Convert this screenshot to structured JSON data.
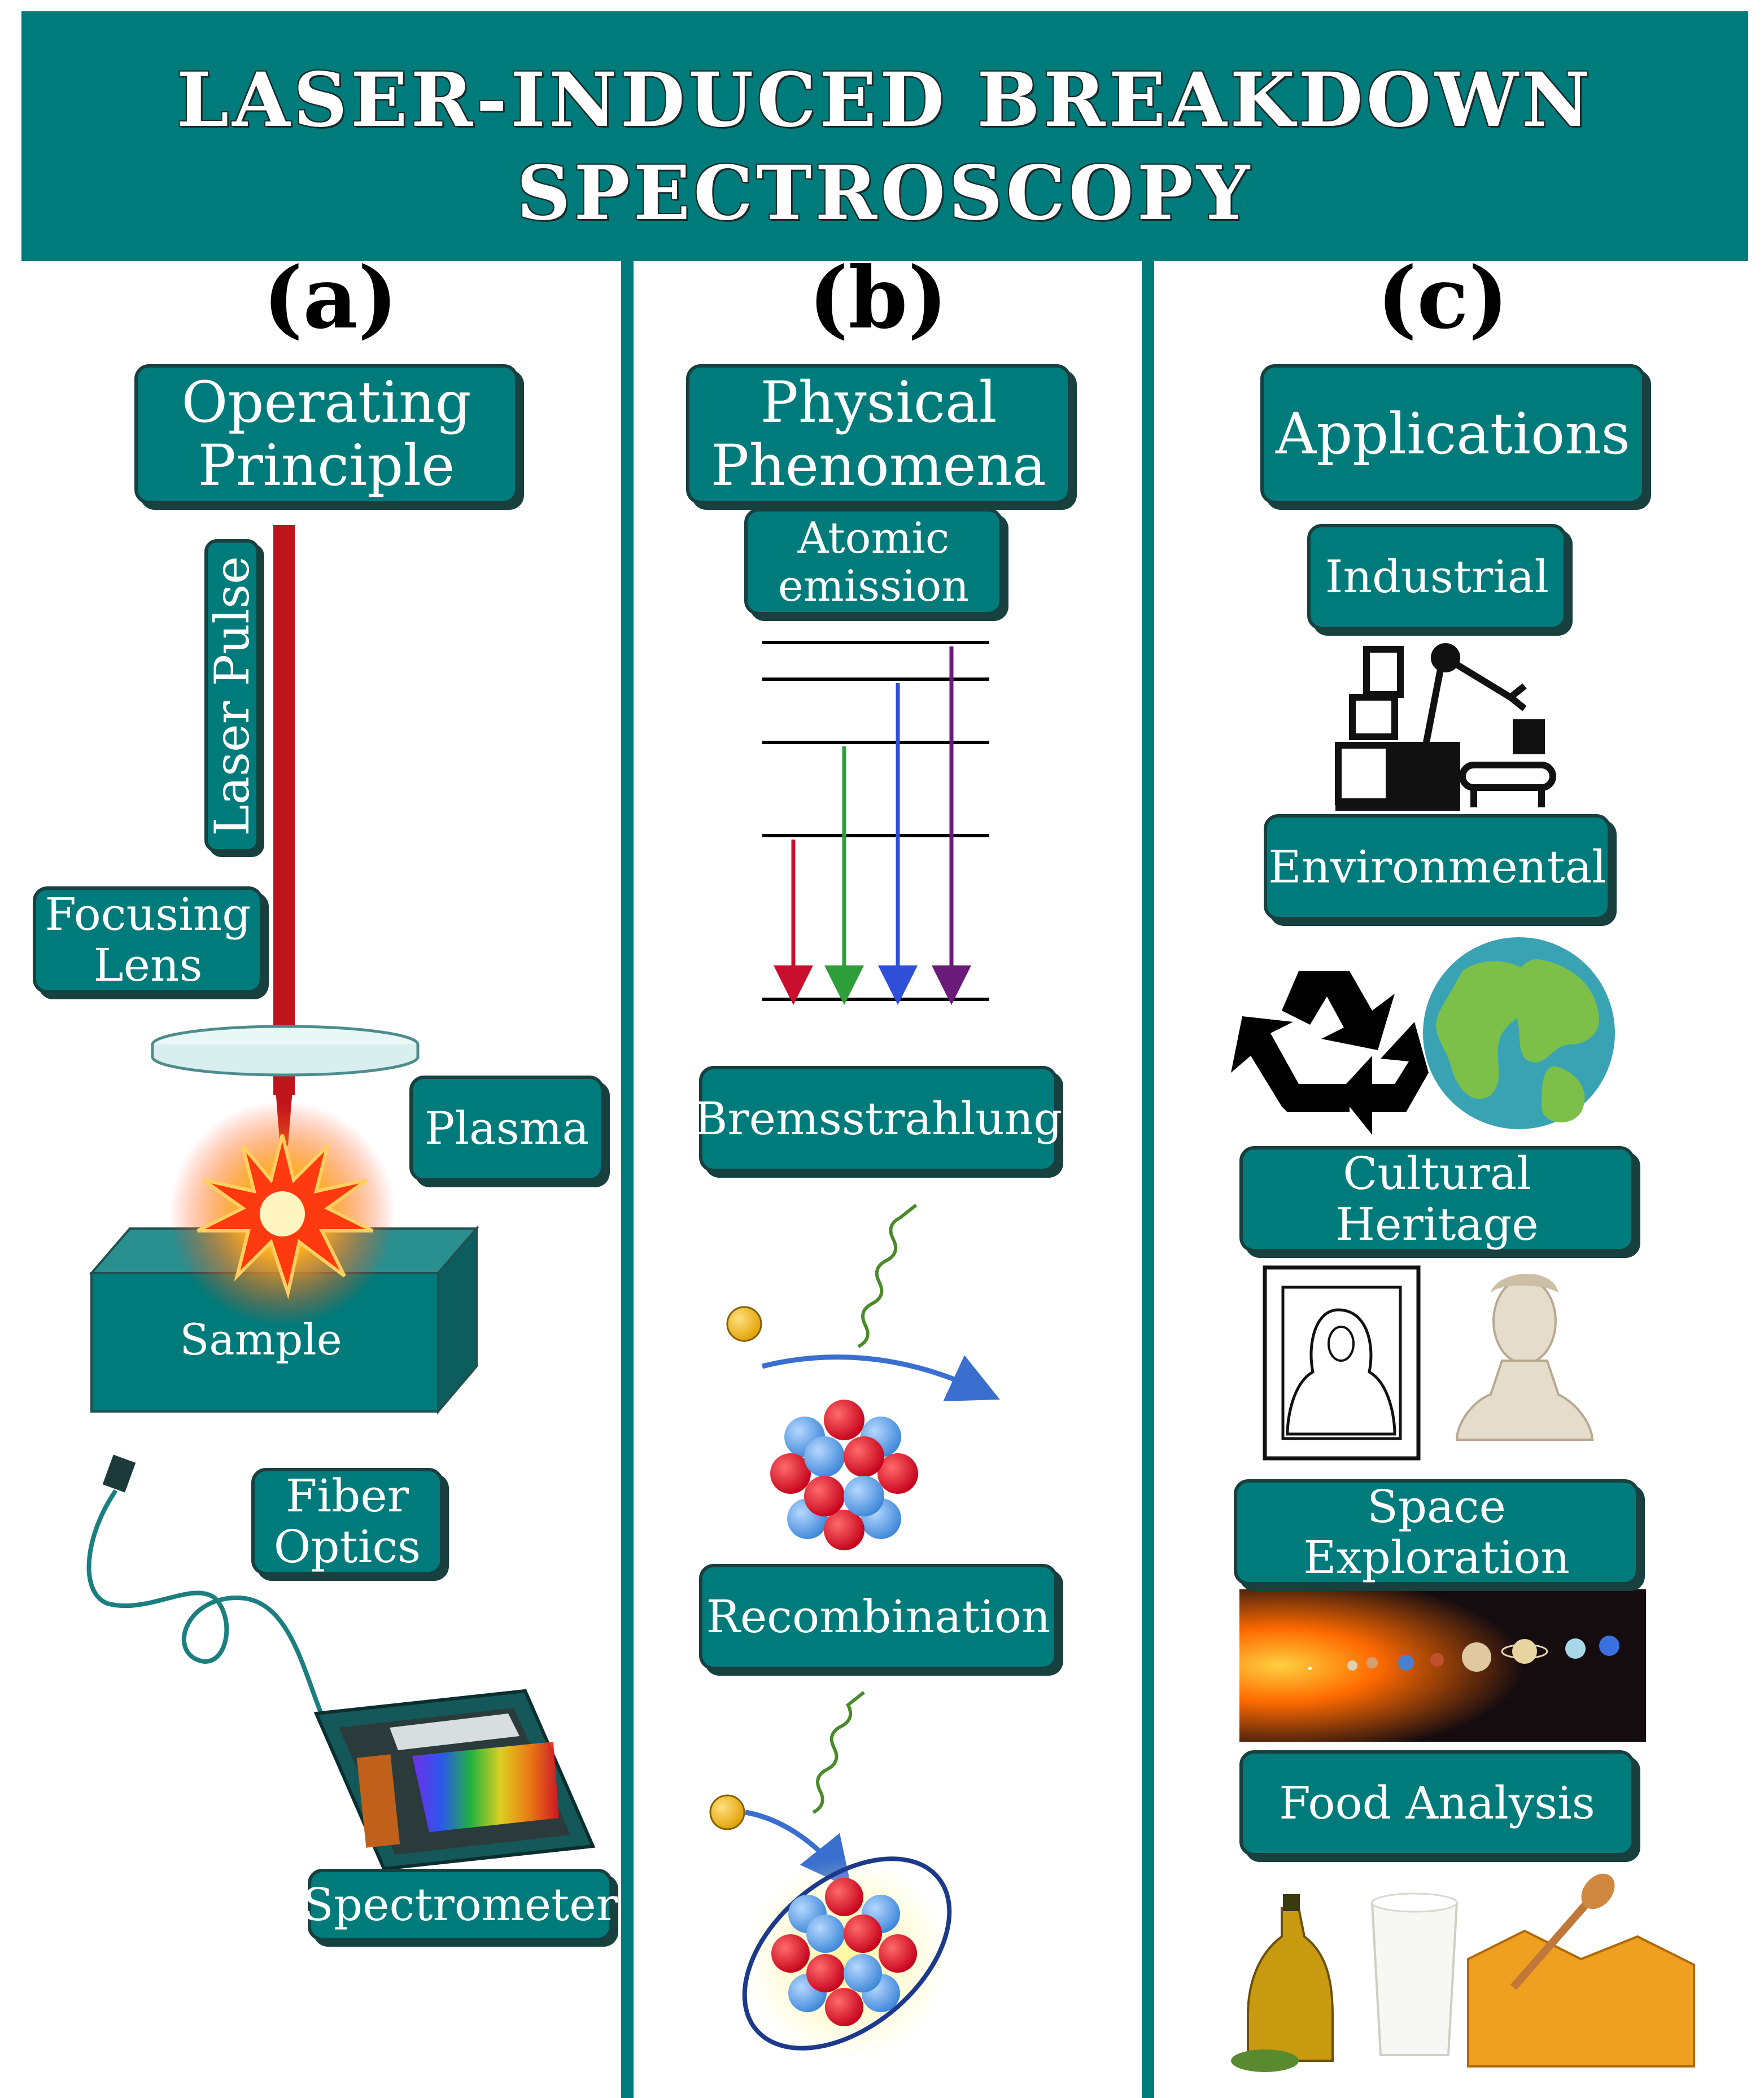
{
  "title": {
    "line1": "LASER-INDUCED BREAKDOWN",
    "line2": "SPECTROSCOPY"
  },
  "panels": {
    "a": {
      "label": "(a)",
      "header": [
        "Operating",
        "Principle"
      ],
      "laser_pulse": "Laser Pulse",
      "focusing_lens": [
        "Focusing",
        "Lens"
      ],
      "plasma": "Plasma",
      "sample": "Sample",
      "fiber_optics": [
        "Fiber",
        "Optics"
      ],
      "spectrometer": "Spectrometer"
    },
    "b": {
      "label": "(b)",
      "header": [
        "Physical",
        "Phenomena"
      ],
      "atomic_emission": [
        "Atomic",
        "emission"
      ],
      "bremsstrahlung": "Bremsstrahlung",
      "recombination": "Recombination",
      "arrow_colors": [
        "#c8102e",
        "#2e9e3a",
        "#2f4fd8",
        "#6a1b7a"
      ]
    },
    "c": {
      "label": "(c)",
      "header": "Applications",
      "items": [
        "Industrial",
        "Environmental",
        "Cultural Heritage",
        "Space Exploration",
        "Food Analysis"
      ],
      "icons": [
        "industrial-robot-icon",
        "recycle-icon",
        "globe-icon",
        "mona-lisa-icon",
        "statue-icon",
        "solar-system-icon",
        "olive-oil-icon",
        "milk-glass-icon",
        "honeycomb-icon"
      ]
    }
  },
  "colors": {
    "teal": "#007b7b",
    "dark_border": "#17403f",
    "laser": "#c0141c",
    "electron": "#f2b400"
  }
}
